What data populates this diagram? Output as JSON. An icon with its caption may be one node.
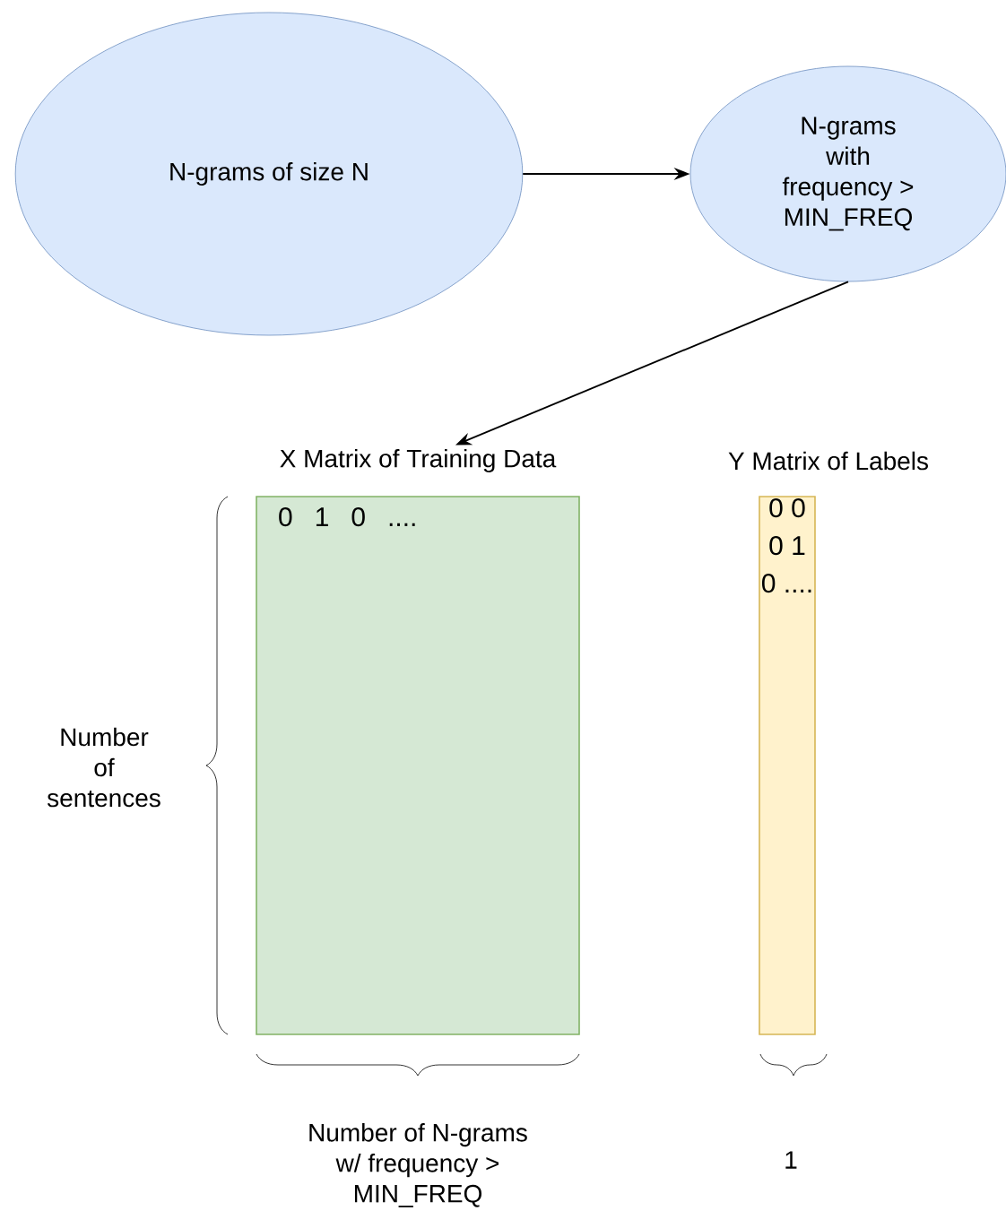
{
  "diagram": {
    "nodes": [
      {
        "text": [
          "N-grams of size N"
        ]
      },
      {
        "text": [
          "N-grams with frequency > MIN_FREQ"
        ]
      },
      {
        "text": [
          "X Matrix of Training Data",
          "0 1 0 ...."
        ]
      },
      {
        "text": [
          "Y Matrix of Labels",
          "0 0 0 1 0 ...."
        ]
      }
    ],
    "edges": [
      {
        "from": 0,
        "to": 1,
        "arrow": "to"
      },
      {
        "from": 1,
        "to": 2,
        "arrow": "to"
      }
    ],
    "labels": [
      "Number of sentences",
      "Number of N-grams w/ frequency > MIN_FREQ",
      "1"
    ]
  }
}
